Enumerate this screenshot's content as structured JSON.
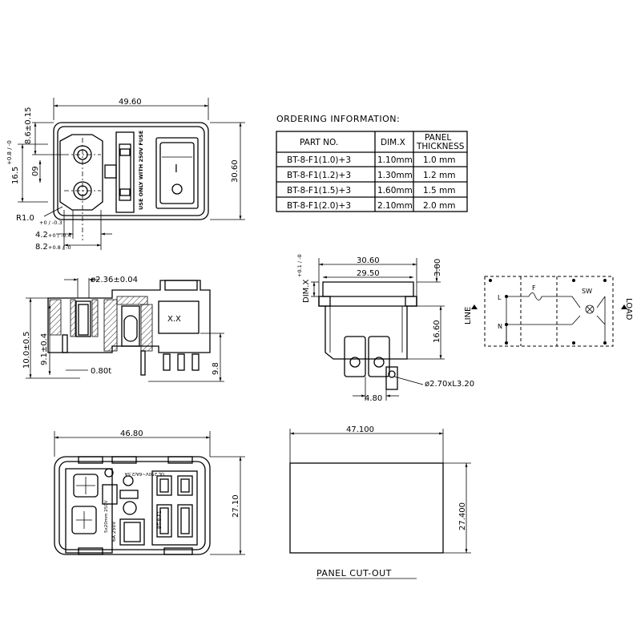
{
  "ordering": {
    "title": "ORDERING INFORMATION:",
    "headers": [
      "PART NO.",
      "DIM.X",
      "PANEL",
      "THICKNESS"
    ],
    "rows": [
      {
        "part": "BT-8-F1(1.0)+3",
        "dimx": "1.10mm",
        "panel": "1.0  mm"
      },
      {
        "part": "BT-8-F1(1.2)+3",
        "dimx": "1.30mm",
        "panel": "1.2  mm"
      },
      {
        "part": "BT-8-F1(1.5)+3",
        "dimx": "1.60mm",
        "panel": "1.5  mm"
      },
      {
        "part": "BT-8-F1(2.0)+3",
        "dimx": "2.10mm",
        "panel": "2.0  mm"
      }
    ]
  },
  "front_view": {
    "width": "49.60",
    "height": "30.60",
    "d_top": "8.6±0.15",
    "d_165": "16.5",
    "d_165_tol": "+0.8 / -0",
    "d_09": "09",
    "r10": "R1.0",
    "r10_tol": "+0 / -0.3",
    "d_42": "4.2",
    "d_42_tol": "+0 / -0.4",
    "d_82": "8.2",
    "d_82_tol": "+0.8 / -0",
    "fuse_label": "USE ONLY WITH 250V FUSE",
    "switch_i": "I",
    "switch_o": "O"
  },
  "side_view": {
    "d_236": "ø2.36±0.04",
    "d_10": "10.0±0.5",
    "d_91": "9.1±0.4",
    "d_080": "0.80t",
    "d_98": "9.8",
    "xx": "X.X"
  },
  "top_view": {
    "w_3060": "30.60",
    "w_2950": "29.50",
    "d_300": "3.00",
    "dim_x": "DIM.X",
    "dim_x_tol": "+0.1 / -0",
    "d_1660": "16.60",
    "d_480": "4.80",
    "d_hole": "ø2.70xL3.20"
  },
  "schematic": {
    "line": "LINE",
    "load": "LOAD",
    "l": "L",
    "n": "N",
    "f": "F",
    "sw": "SW"
  },
  "rear_view": {
    "width": "46.80",
    "height": "27.10",
    "label_fuse": "5x20mm 250V",
    "label_part": "BT-8-F1",
    "label_rating": "6A 250V",
    "label_rating2": "UL 250V~6A/2.5A"
  },
  "cutout": {
    "width": "47.100",
    "height": "27.400",
    "caption": "PANEL CUT-OUT"
  }
}
